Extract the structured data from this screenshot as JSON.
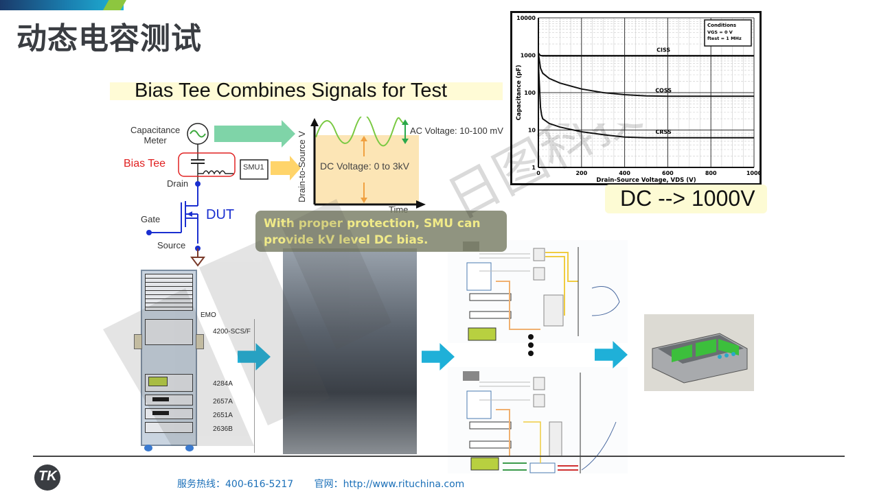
{
  "page": {
    "title": "动态电容测试",
    "subtitle": "Bias Tee Combines Signals for Test",
    "footer": {
      "hotline": "服务热线：400-616-5217",
      "website": "官网：http://www.rituchina.com",
      "logo_text": "TK"
    },
    "watermark": "日图科技",
    "accent_colors": {
      "blue": "#1fb0d8",
      "green": "#8dc63f",
      "footer_text": "#1a6fb8"
    }
  },
  "circuit": {
    "capacitance_meter": "Capacitance\nMeter",
    "capacitance_meter_l1": "Capacitance",
    "capacitance_meter_l2": "Meter",
    "bias_tee": "Bias Tee",
    "smu": "SMU1",
    "drain": "Drain",
    "gate": "Gate",
    "source": "Source",
    "dut": "DUT"
  },
  "waveform": {
    "y_axis": "Drain-to-Source V",
    "x_axis": "Time",
    "ac_label": "AC Voltage: 10-100 mV",
    "dc_label": "DC Voltage: 0 to 3kV"
  },
  "note": {
    "line1": "With proper protection, SMU can",
    "line2": "provide kV level DC bias."
  },
  "dc_callout": "DC --> 1000V",
  "rack": {
    "labels": [
      "EMO",
      "4200-SCS/F",
      "4284A",
      "2657A",
      "2651A",
      "2636B"
    ]
  },
  "chart_data": {
    "type": "line",
    "title": "",
    "xlabel": "Drain-Source Voltage, VDS (V)",
    "ylabel": "Capacitance (pF)",
    "xlim": [
      0,
      1000
    ],
    "ylim": [
      1,
      10000
    ],
    "yscale": "log",
    "grid": true,
    "x_ticks": [
      "0",
      "200",
      "400",
      "600",
      "800",
      "1000"
    ],
    "y_ticks": [
      "1",
      "10",
      "100",
      "1000",
      "10000"
    ],
    "legend": {
      "placement": "top-right",
      "title": "Conditions",
      "lines": [
        "VGS = 0 V",
        "ftest = 1 MHz"
      ]
    },
    "series": [
      {
        "name": "CISS",
        "x": [
          0,
          5,
          10,
          20,
          50,
          100,
          200,
          400,
          600,
          800,
          1000
        ],
        "values": [
          1150,
          1050,
          980,
          960,
          960,
          960,
          960,
          960,
          960,
          960,
          960
        ]
      },
      {
        "name": "COSS",
        "x": [
          0,
          5,
          10,
          20,
          50,
          100,
          200,
          300,
          400,
          500,
          600,
          800,
          1000
        ],
        "values": [
          1100,
          700,
          450,
          330,
          240,
          180,
          125,
          100,
          88,
          82,
          80,
          80,
          80
        ]
      },
      {
        "name": "CRSS",
        "x": [
          0,
          5,
          10,
          15,
          20,
          50,
          100,
          200,
          300,
          400,
          500,
          600,
          800,
          1000
        ],
        "values": [
          600,
          150,
          40,
          25,
          20,
          15,
          12,
          9,
          7.5,
          6.5,
          6.2,
          6.2,
          6.2,
          6.2
        ]
      }
    ]
  }
}
